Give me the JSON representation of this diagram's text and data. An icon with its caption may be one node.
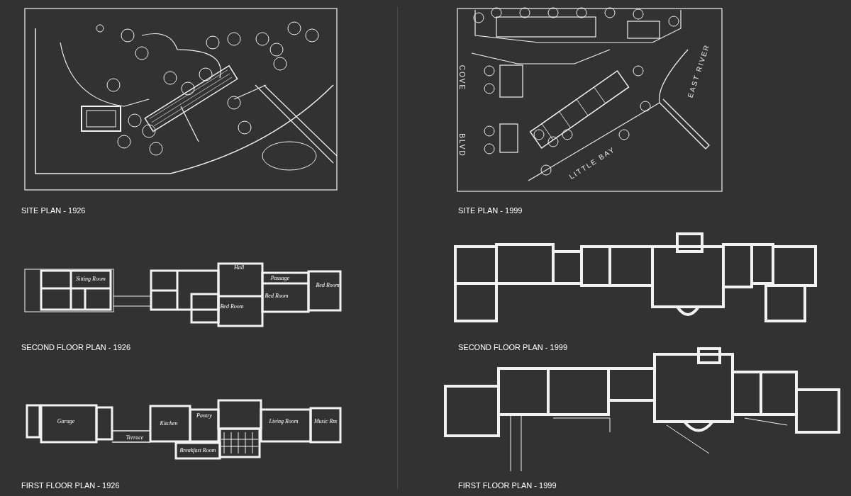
{
  "diagram": {
    "labels": [
      "COVE",
      "BLVD",
      "EAST RIVER",
      "LITTLE BAY",
      "SITE PLAN - 1926",
      "SITE PLAN - 1999",
      "Sitting Room",
      "Hall",
      "Passage",
      "Bed Room",
      "Bed Room",
      "Bed Room",
      "SECOND FLOOR PLAN - 1926",
      "SECOND FLOOR PLAN - 1999",
      "Garage",
      "Pantry",
      "Kitchen",
      "Living Room",
      "Music Rm",
      "Terrace",
      "Breakfast Room",
      "FIRST FLOOR PLAN - 1926",
      "FIRST FLOOR PLAN - 1999"
    ]
  }
}
